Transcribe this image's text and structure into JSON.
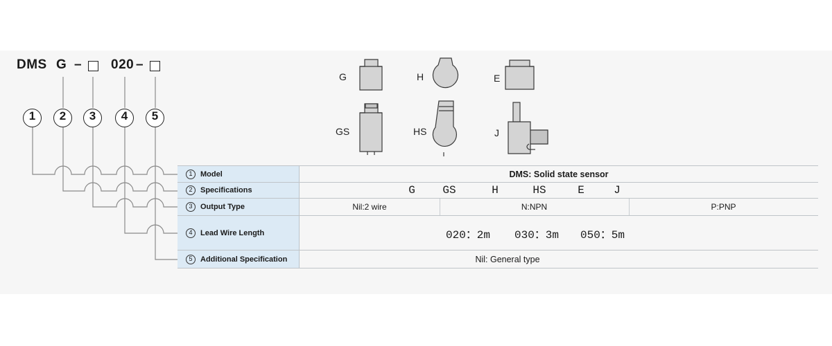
{
  "model_code": {
    "prefix": "DMS",
    "spec": "G",
    "dash1": "–",
    "length": "020",
    "dash2": "–"
  },
  "callouts": [
    "1",
    "2",
    "3",
    "4",
    "5"
  ],
  "shapes": {
    "g": "G",
    "h": "H",
    "e": "E",
    "gs": "GS",
    "hs": "HS",
    "j": "J"
  },
  "table": {
    "rows": [
      {
        "num": "1",
        "label": "Model",
        "value": "DMS: Solid state sensor"
      },
      {
        "num": "2",
        "label": "Specifications",
        "options": [
          "G",
          "GS",
          "H",
          "HS",
          "E",
          "J"
        ]
      },
      {
        "num": "3",
        "label": "Output Type",
        "options": [
          "Nil:2 wire",
          "N:NPN",
          "P:PNP"
        ]
      },
      {
        "num": "4",
        "label": "Lead Wire Length",
        "options": [
          "020：2m",
          "030：3m",
          "050：5m"
        ]
      },
      {
        "num": "5",
        "label": "Additional Specification",
        "value": "Nil: General type"
      }
    ]
  },
  "colors": {
    "header_bg": "#dceaf5",
    "shape_fill": "#d4d4d4",
    "line": "#8a8a8a"
  }
}
